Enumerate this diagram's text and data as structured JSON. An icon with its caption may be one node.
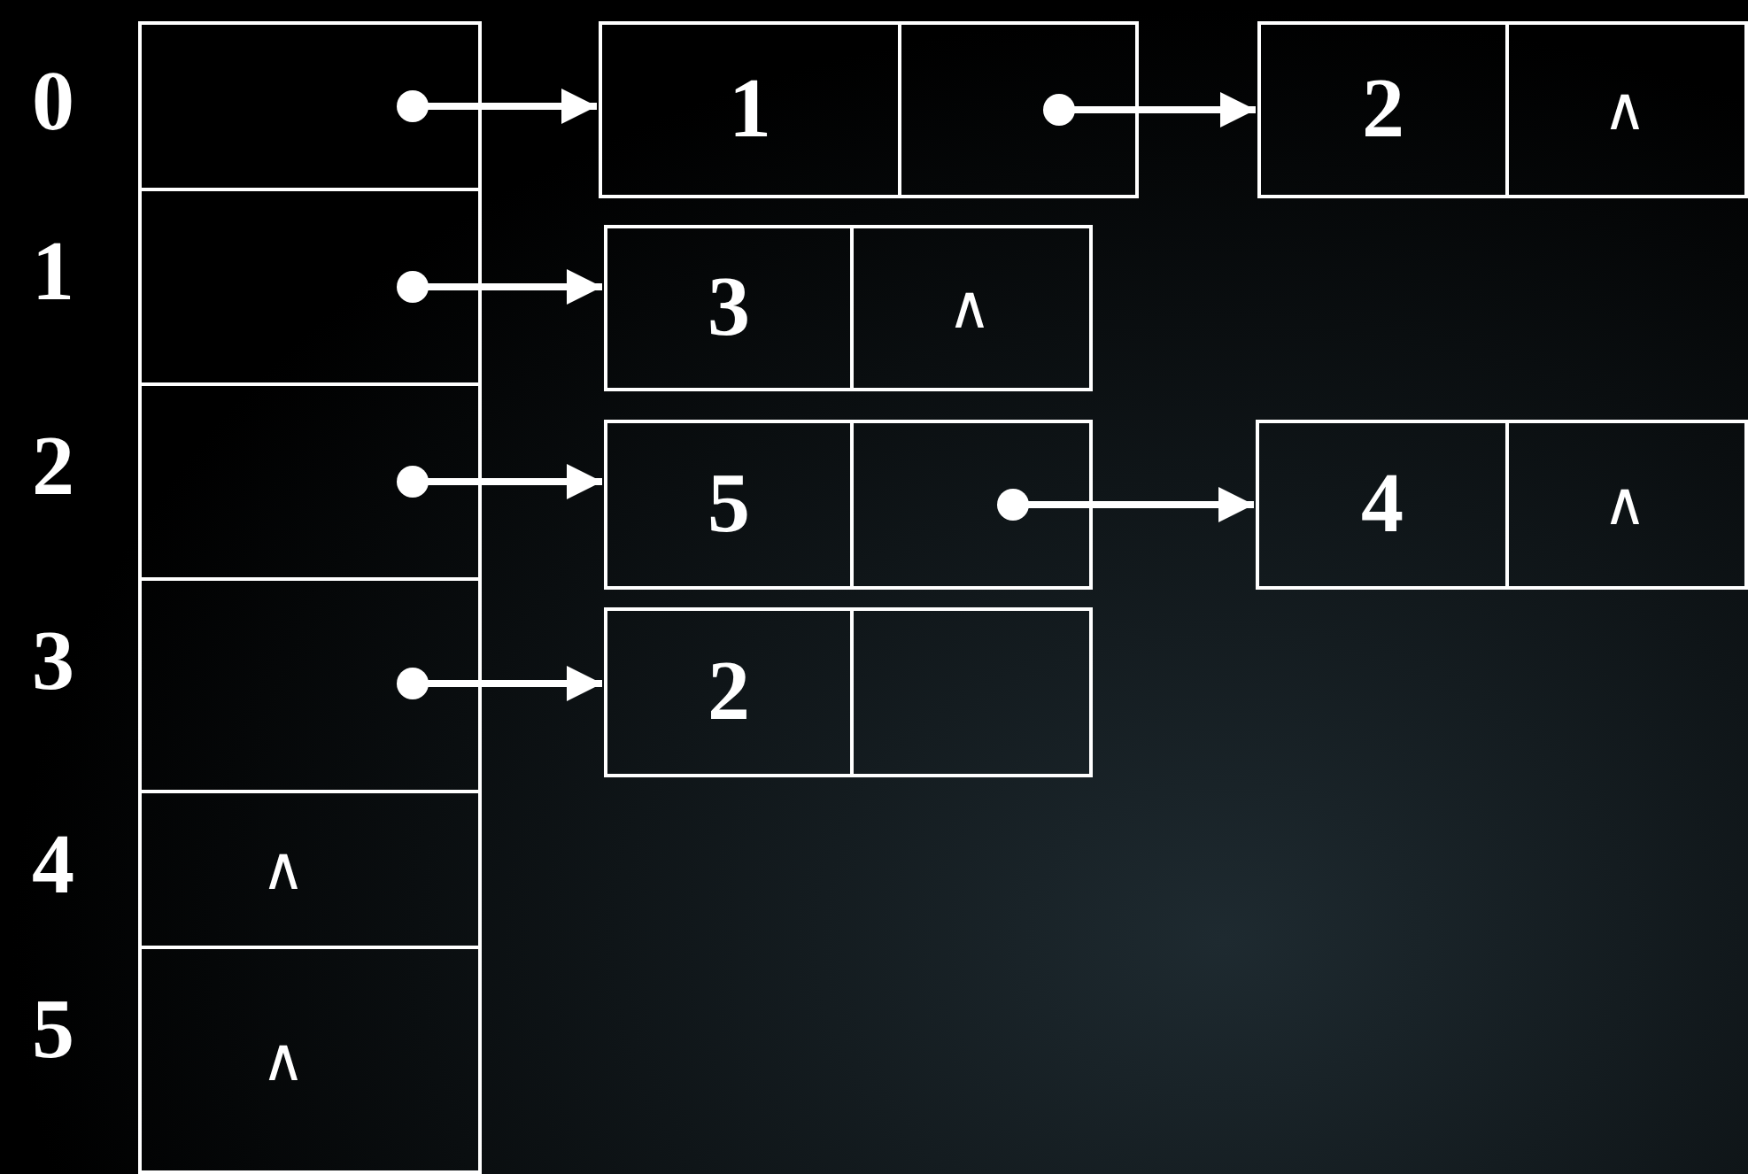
{
  "diagram": {
    "nodes": [
      {
        "text": [],
        "shape": "box",
        "beside": [
          "0"
        ]
      },
      {
        "text": [
          "1"
        ]
      },
      {
        "text": [
          "2",
          "∧"
        ]
      },
      {
        "text": [],
        "shape": "box",
        "beside": [
          "1"
        ]
      },
      {
        "text": [
          "3",
          "∧"
        ]
      },
      {
        "text": [],
        "shape": "box",
        "beside": [
          "2"
        ]
      },
      {
        "text": [
          "5"
        ]
      },
      {
        "text": [
          "4",
          "∧"
        ]
      },
      {
        "text": [],
        "shape": "box",
        "beside": [
          "3"
        ]
      },
      {
        "text": [
          "2"
        ]
      },
      {
        "text": [
          "∧"
        ],
        "beside": [
          "4"
        ]
      },
      {
        "text": [
          "∧"
        ],
        "beside": [
          "5"
        ]
      }
    ],
    "edges": [
      {
        "from": 0,
        "to": 1,
        "arrow": "to"
      },
      {
        "from": 1,
        "to": 2,
        "arrow": "to"
      },
      {
        "from": 3,
        "to": 4,
        "arrow": "to"
      },
      {
        "from": 5,
        "to": 6,
        "arrow": "to"
      },
      {
        "from": 6,
        "to": 7,
        "arrow": "to"
      },
      {
        "from": 8,
        "to": 9,
        "arrow": "to"
      }
    ]
  }
}
